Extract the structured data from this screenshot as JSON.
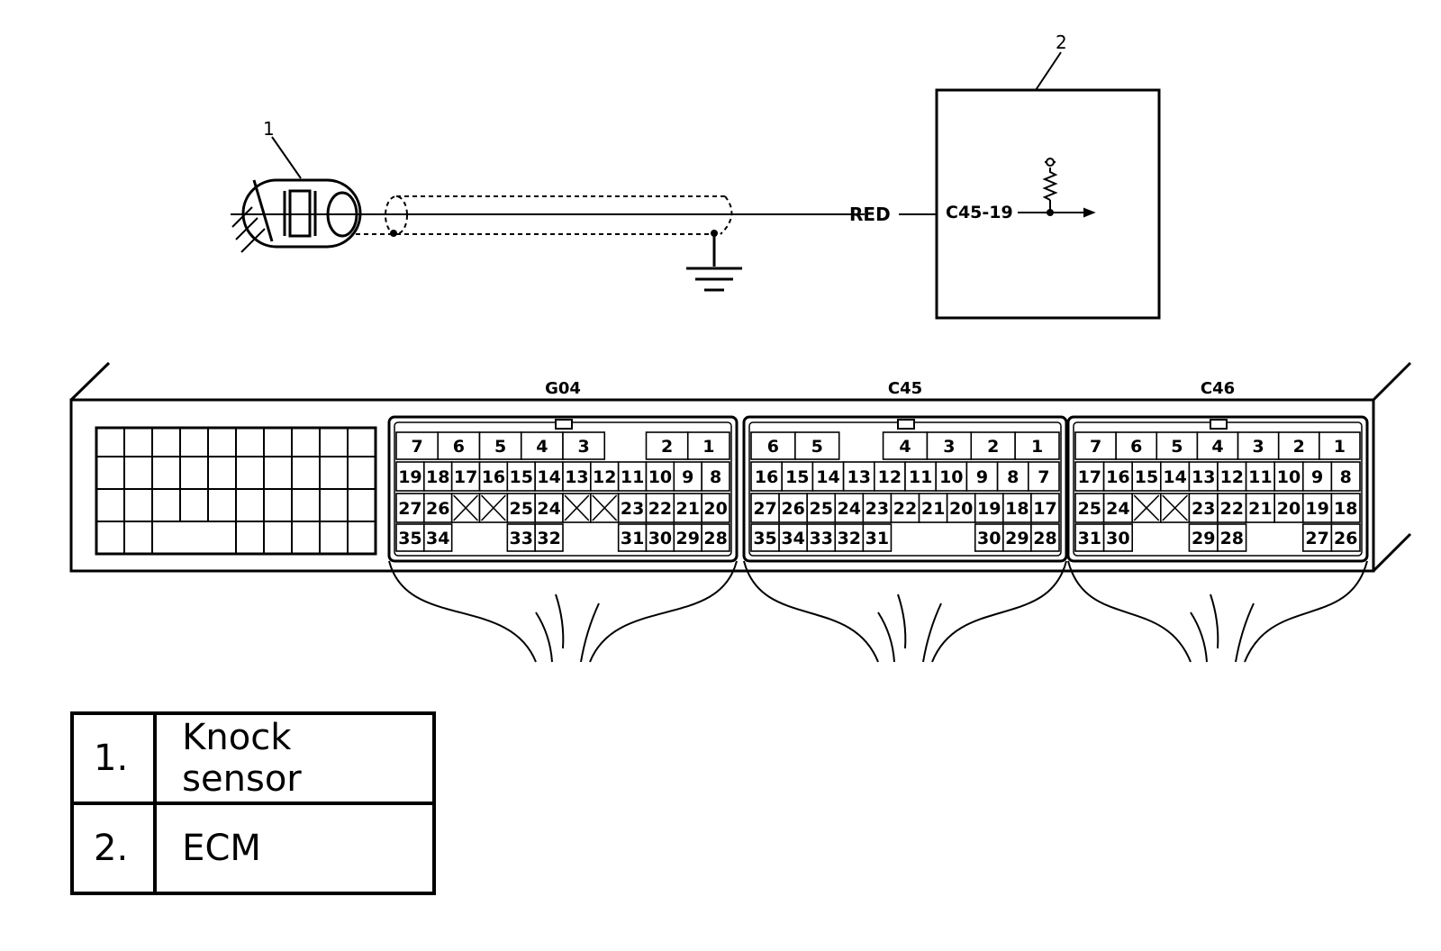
{
  "wiring": {
    "callout_sensor": "1",
    "callout_ecm": "2",
    "wire_color": "RED",
    "ecm_terminal": "C45-19"
  },
  "connectors": [
    {
      "name": "G04",
      "rows": [
        [
          "7",
          "6",
          "5",
          "4",
          "3",
          "",
          "2",
          "1"
        ],
        [
          "19",
          "18",
          "17",
          "16",
          "15",
          "14",
          "13",
          "12",
          "11",
          "10",
          "9",
          "8"
        ],
        [
          "27",
          "26",
          "X",
          "X",
          "25",
          "24",
          "X",
          "X",
          "23",
          "22",
          "21",
          "20"
        ],
        [
          "35",
          "34",
          "",
          "",
          "33",
          "32",
          "",
          "",
          "31",
          "30",
          "29",
          "28"
        ]
      ]
    },
    {
      "name": "C45",
      "rows": [
        [
          "6",
          "5",
          "",
          "4",
          "3",
          "2",
          "1"
        ],
        [
          "16",
          "15",
          "14",
          "13",
          "12",
          "11",
          "10",
          "9",
          "8",
          "7"
        ],
        [
          "27",
          "26",
          "25",
          "24",
          "23",
          "22",
          "21",
          "20",
          "19",
          "18",
          "17"
        ],
        [
          "35",
          "34",
          "33",
          "32",
          "31",
          "",
          "",
          "",
          "30",
          "29",
          "28"
        ]
      ]
    },
    {
      "name": "C46",
      "rows": [
        [
          "7",
          "6",
          "5",
          "4",
          "3",
          "2",
          "1"
        ],
        [
          "17",
          "16",
          "15",
          "14",
          "13",
          "12",
          "11",
          "10",
          "9",
          "8"
        ],
        [
          "25",
          "24",
          "X",
          "X",
          "23",
          "22",
          "21",
          "20",
          "19",
          "18"
        ],
        [
          "31",
          "30",
          "",
          "",
          "29",
          "28",
          "",
          "",
          "27",
          "26"
        ]
      ]
    }
  ],
  "legend": [
    {
      "index": "1.",
      "label": "Knock sensor"
    },
    {
      "index": "2.",
      "label": "ECM"
    }
  ]
}
